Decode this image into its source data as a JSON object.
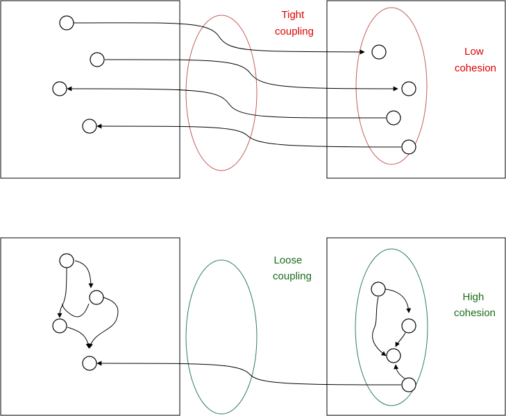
{
  "colors": {
    "tight_coupling": "#dd0000",
    "tight_ellipse": "#c55a5a",
    "loose_coupling": "#1a6b1a",
    "loose_ellipse": "#2e7d57",
    "lines": "#000000",
    "background": "#ffffff"
  },
  "top_example": {
    "coupling_label": [
      "Tight",
      "coupling"
    ],
    "cohesion_label": [
      "Low",
      "cohesion"
    ]
  },
  "bottom_example": {
    "coupling_label": [
      "Loose",
      "coupling"
    ],
    "cohesion_label": [
      "High",
      "cohesion"
    ]
  }
}
